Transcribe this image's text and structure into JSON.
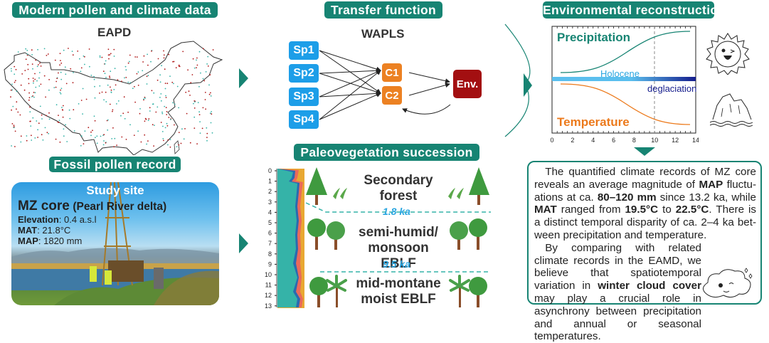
{
  "panels": {
    "modern": {
      "title": "Modern  pollen and climate data",
      "map_label": "EAPD",
      "colors": {
        "site_a": "#b01818",
        "site_b": "#35b3a8"
      }
    },
    "fossil": {
      "title": "Fossil  pollen record",
      "photo_title": "Study site",
      "core_name": "MZ core",
      "core_location": "(Pearl River delta)",
      "elevation_label": "Elevation",
      "elevation_value": ": 0.4 a.s.l",
      "mat_label": "MAT",
      "mat_value": ": 21.8°C",
      "map_label": "MAP",
      "map_value": ": 1820 mm"
    },
    "transfer": {
      "title": "Transfer function",
      "method": "WAPLS",
      "species": [
        "Sp1",
        "Sp2",
        "Sp3",
        "Sp4"
      ],
      "components": [
        "C1",
        "C2"
      ],
      "env": "Env."
    },
    "paleoveg": {
      "title": "Paleovegetation succession",
      "axis_ticks": [
        "0",
        "1",
        "2",
        "3",
        "4",
        "5",
        "6",
        "7",
        "8",
        "9",
        "10",
        "11",
        "12",
        "13"
      ],
      "zones": [
        {
          "line1": "Secondary",
          "line2": "forest"
        },
        {
          "line1": "semi-humid/",
          "line2": "monsoon EBLF"
        },
        {
          "line1": "mid-montane",
          "line2": "moist EBLF"
        }
      ],
      "boundaries": [
        "1.8 ka",
        "9.5 ka"
      ]
    },
    "environmental": {
      "title": "Environmental reconstruction",
      "precip_label": "Precipitation",
      "temp_label": "Temperature",
      "holocene_label": "Holocene",
      "deglaciation_label": "deglaciation",
      "x_ticks": [
        "0",
        "2",
        "4",
        "6",
        "8",
        "10",
        "12",
        "14"
      ],
      "colors": {
        "precip": "#178473",
        "temp": "#ec7a1c",
        "holocene": "#5bbfee",
        "deglaciation": "#141c8c"
      }
    },
    "summary": {
      "p1": [
        {
          "t": "The quantified climate records of MZ core reveals an average magnitude of ",
          "b": false
        },
        {
          "t": "MAP",
          "b": true
        },
        {
          "t": " fluctu-ations at ca. ",
          "b": false
        },
        {
          "t": "80–120 mm",
          "b": true
        },
        {
          "t": " since 13.2 ka, while ",
          "b": false
        },
        {
          "t": "MAT",
          "b": true
        },
        {
          "t": " ranged from ",
          "b": false
        },
        {
          "t": "19.5°C",
          "b": true
        },
        {
          "t": " to ",
          "b": false
        },
        {
          "t": "22.5°C",
          "b": true
        },
        {
          "t": ". There is a distinct temporal disparity of ca. 2–4 ka bet-ween precipitation and temperature.",
          "b": false
        }
      ],
      "p2": [
        {
          "t": "By comparing with related climate records in the EAMD, we believe that spatiotemporal variation in ",
          "b": false
        },
        {
          "t": "winter cloud cover",
          "b": true
        },
        {
          "t": " may play a crucial role in asynchrony between precipitation and annual or seasonal temperatures.",
          "b": false
        }
      ]
    }
  },
  "colors": {
    "accent": "#178473"
  }
}
